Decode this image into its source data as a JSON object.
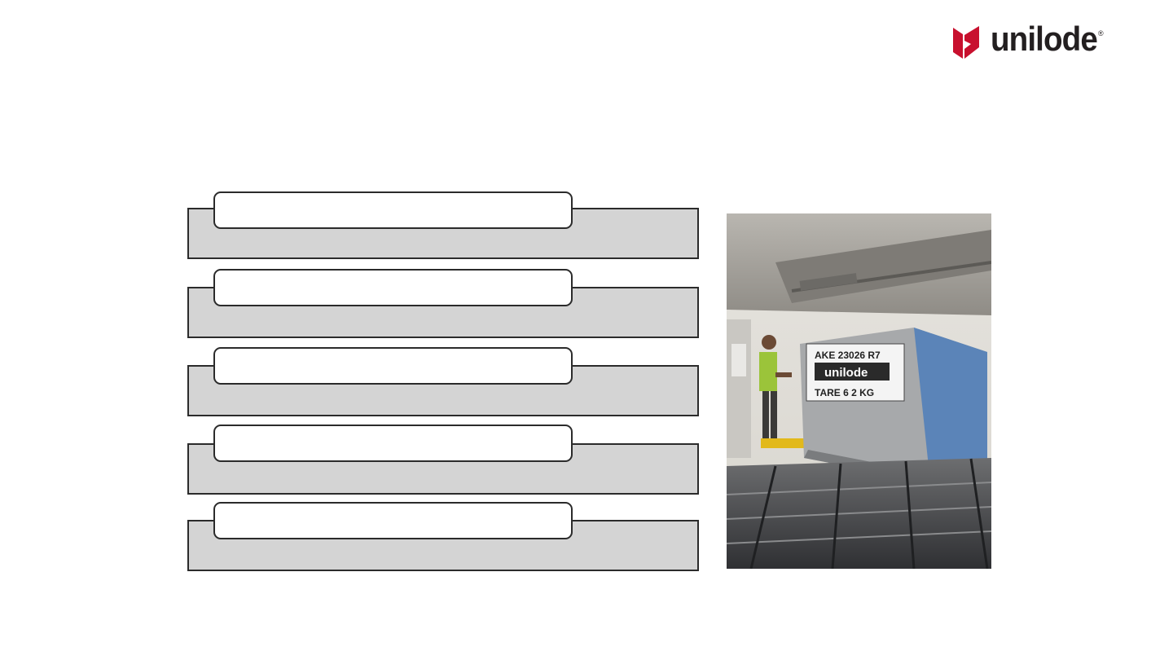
{
  "brand": {
    "name": "unilode",
    "registered_mark": "®",
    "primary_color": "#c8102e",
    "text_color": "#231f20"
  },
  "steps": [
    {
      "tab_label": "",
      "body_text": ""
    },
    {
      "tab_label": "",
      "body_text": ""
    },
    {
      "tab_label": "",
      "body_text": ""
    },
    {
      "tab_label": "",
      "body_text": ""
    },
    {
      "tab_label": "",
      "body_text": ""
    }
  ],
  "photo": {
    "container_id": "AKE 23026 R7",
    "container_brand": "unilode",
    "container_tare": "TARE 6 2 KG"
  },
  "colors": {
    "row_fill": "#d4d4d4",
    "row_border": "#2b2b2b",
    "tab_fill": "#ffffff"
  }
}
